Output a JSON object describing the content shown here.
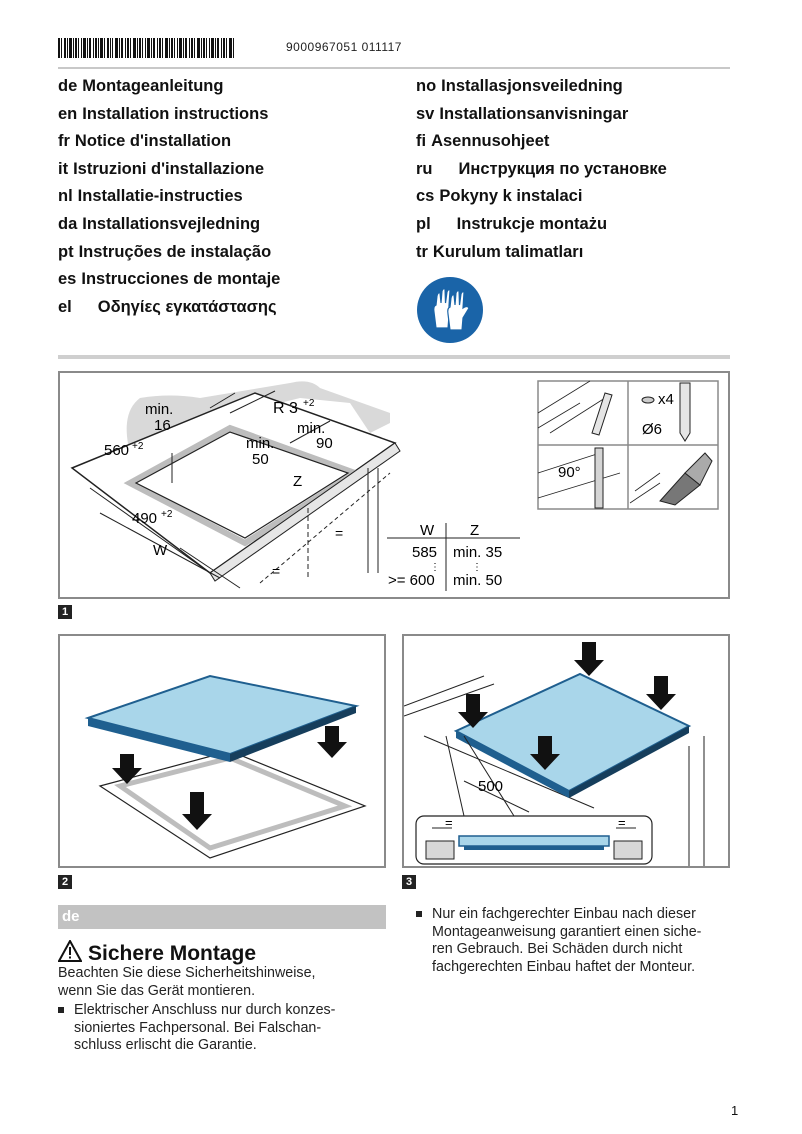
{
  "header": {
    "doc_number": "9000967051 011117"
  },
  "languages_left": [
    {
      "code": "de",
      "title": "Montageanleitung",
      "spaced": false
    },
    {
      "code": "en",
      "title": "Installation instructions",
      "spaced": false
    },
    {
      "code": "fr",
      "title": "Notice d'installation",
      "spaced": false
    },
    {
      "code": "it",
      "title": "Istruzioni d'installazione",
      "spaced": false
    },
    {
      "code": "nl",
      "title": "Installatie-instructies",
      "spaced": false
    },
    {
      "code": "da",
      "title": "Installationsvejledning",
      "spaced": false
    },
    {
      "code": "pt",
      "title": "Instruções de instalação",
      "spaced": false
    },
    {
      "code": "es",
      "title": "Instrucciones de montaje",
      "spaced": false
    },
    {
      "code": "el",
      "title": "Οδηγίες εγκατάστασης",
      "spaced": true
    }
  ],
  "languages_right": [
    {
      "code": "no",
      "title": "Installasjonsveiledning",
      "spaced": false
    },
    {
      "code": "sv",
      "title": "Installationsanvisningar",
      "spaced": false
    },
    {
      "code": "fi",
      "title": "Asennusohjeet",
      "spaced": false
    },
    {
      "code": "ru",
      "title": "Инструкция по установке",
      "spaced": true
    },
    {
      "code": "cs",
      "title": "Pokyny k instalaci",
      "spaced": false
    },
    {
      "code": "pl",
      "title": "Instrukcje montażu",
      "spaced": true
    },
    {
      "code": "tr",
      "title": "Kurulum talimatları",
      "spaced": false
    }
  ],
  "figure1": {
    "label": "1",
    "dims": {
      "min16_a": "min.",
      "min16_b": "16",
      "r": "R 3",
      "r_sup": "+2",
      "min90_a": "min.",
      "min90_b": "90",
      "d560": "560",
      "d560_sup": "+2",
      "min50_a": "min.",
      "min50_b": "50",
      "z": "Z",
      "d490": "490",
      "d490_sup": "+2",
      "w": "W",
      "eq": "="
    },
    "table": {
      "head_w": "W",
      "head_z": "Z",
      "row1_w": "585",
      "row1_z": "min. 35",
      "row2_w": ">= 600",
      "row2_z": "min. 50"
    },
    "details": {
      "x4": "x4",
      "dia": "Ø6",
      "angle": "90°"
    }
  },
  "figure2": {
    "label": "2"
  },
  "figure3": {
    "label": "3",
    "dim": "500",
    "eq": "="
  },
  "section": {
    "lang_tag": "de",
    "heading": "Sichere Montage",
    "intro_1": "Beachten Sie diese Sicherheitshinweise,",
    "intro_2": "wenn Sie das Gerät montieren.",
    "bullet1_l1": "Elektrischer Anschluss nur durch konzes-",
    "bullet1_l2": "sioniertes Fachpersonal. Bei Falschan-",
    "bullet1_l3": "schluss erlischt die Garantie.",
    "bullet2_l1": "Nur ein fachgerechter Einbau nach dieser",
    "bullet2_l2": "Montageanweisung garantiert einen siche-",
    "bullet2_l3": "ren Gebrauch. Bei Schäden durch nicht",
    "bullet2_l4": "fachgerechten Einbau haftet der Monteur."
  },
  "footer": {
    "page_number": "1"
  },
  "colors": {
    "hob": "#a9d6ea",
    "hob_edge": "#1f5f8f",
    "mandatory_sign": "#1a64a8",
    "section_bar": "#c2c2c2"
  }
}
